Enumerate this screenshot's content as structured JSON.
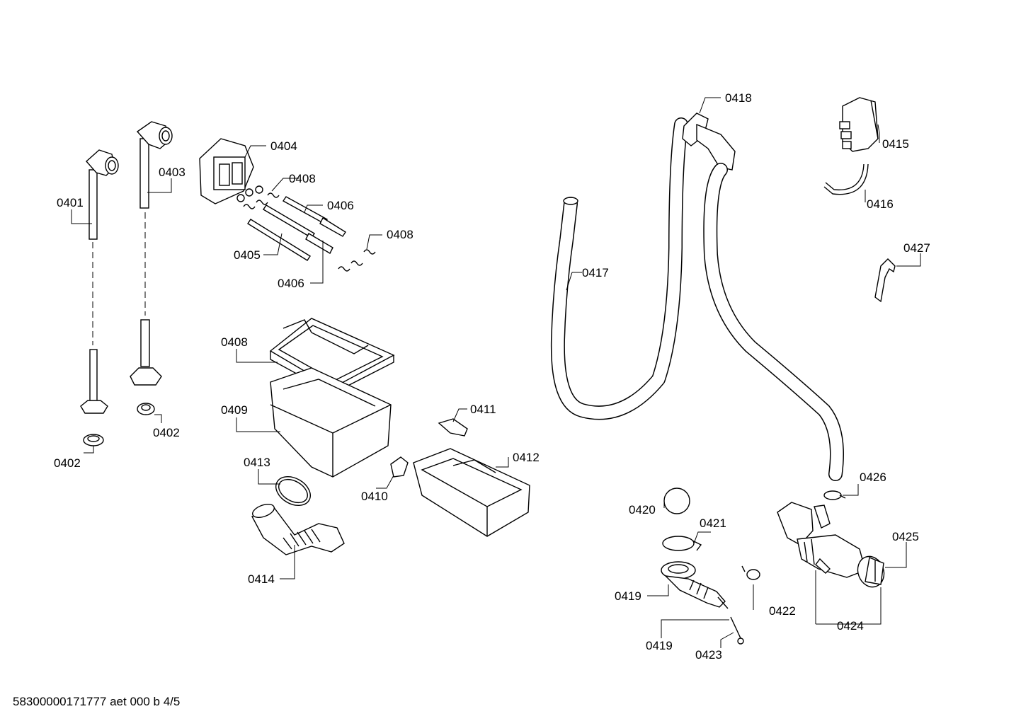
{
  "labels": {
    "l0401": "0401",
    "l0402a": "0402",
    "l0402b": "0402",
    "l0403": "0403",
    "l0404": "0404",
    "l0405": "0405",
    "l0406a": "0406",
    "l0406b": "0406",
    "l0408a": "0408",
    "l0408b": "0408",
    "l0408c": "0408",
    "l0409": "0409",
    "l0410": "0410",
    "l0411": "0411",
    "l0412": "0412",
    "l0413": "0413",
    "l0414": "0414",
    "l0415": "0415",
    "l0416": "0416",
    "l0417": "0417",
    "l0418": "0418",
    "l0419a": "0419",
    "l0419b": "0419",
    "l0420": "0420",
    "l0421": "0421",
    "l0422": "0422",
    "l0423": "0423",
    "l0424": "0424",
    "l0425": "0425",
    "l0426": "0426",
    "l0427": "0427"
  },
  "footer": "58300000171777 aet 000 b 4/5"
}
